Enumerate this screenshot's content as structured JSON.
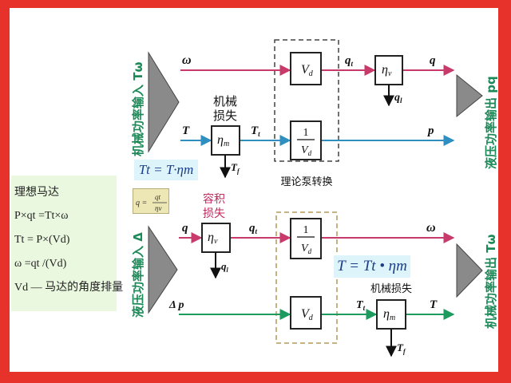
{
  "colors": {
    "frame": "#e6322a",
    "omega_line": "#c83a6b",
    "torque_line": "#2f8fc0",
    "q_line": "#c83a6b",
    "dp_line": "#1d9a5e",
    "vertical_text": "#1b8a58",
    "formula_text": "#1b3d8a",
    "panel_bg": "#eaf8df"
  },
  "top": {
    "left_vertical_label": "机械功率输入 Tω",
    "right_vertical_label": "液压功率输出 pq",
    "omega": "ω",
    "vd": "V",
    "vd_sub": "d",
    "qt": "q",
    "qt_sub": "t",
    "eta_v": "η",
    "eta_v_sub": "v",
    "q_out": "q",
    "ql": "q",
    "ql_sub": "l",
    "loss_title_1": "机械",
    "loss_title_2": "损失",
    "T_in": "T",
    "eta_m": "η",
    "eta_m_sub": "m",
    "Tt": "T",
    "Tt_sub": "t",
    "frac_num": "1",
    "frac_den": "V",
    "frac_den_sub": "d",
    "p_out": "p",
    "Tf": "T",
    "Tf_sub": "f",
    "formula": "Tt = T·ηm",
    "conversion_label": "理论泵转换"
  },
  "left_panel": {
    "line1": "理想马达",
    "line2": "P×qt =Tt×ω",
    "line3": "Tt = P×(Vd)",
    "line4": "ω =qt /(Vd)",
    "line5": "Vd — 马达的角度排量"
  },
  "q_formula": {
    "lhs": "q =",
    "num": "qt",
    "den": "ηv"
  },
  "bottom": {
    "left_vertical_label": "液压功率输入 Δ",
    "right_vertical_label": "机械功率输出 Tω",
    "loss_title_1": "容积",
    "loss_title_2": "损失",
    "q_in": "q",
    "eta_v": "η",
    "eta_v_sub": "v",
    "qt": "q",
    "qt_sub": "t",
    "ql": "q",
    "ql_sub": "l",
    "frac_num": "1",
    "frac_den": "V",
    "frac_den_sub": "d",
    "omega_out": "ω",
    "formula": "T = Tt • ηm",
    "mech_loss": "机械损失",
    "dp_in": "Δ p",
    "vd": "V",
    "vd_sub": "d",
    "Tt": "T",
    "Tt_sub": "t",
    "eta_m": "η",
    "eta_m_sub": "m",
    "T_out": "T",
    "Tf": "T",
    "Tf_sub": "f"
  }
}
